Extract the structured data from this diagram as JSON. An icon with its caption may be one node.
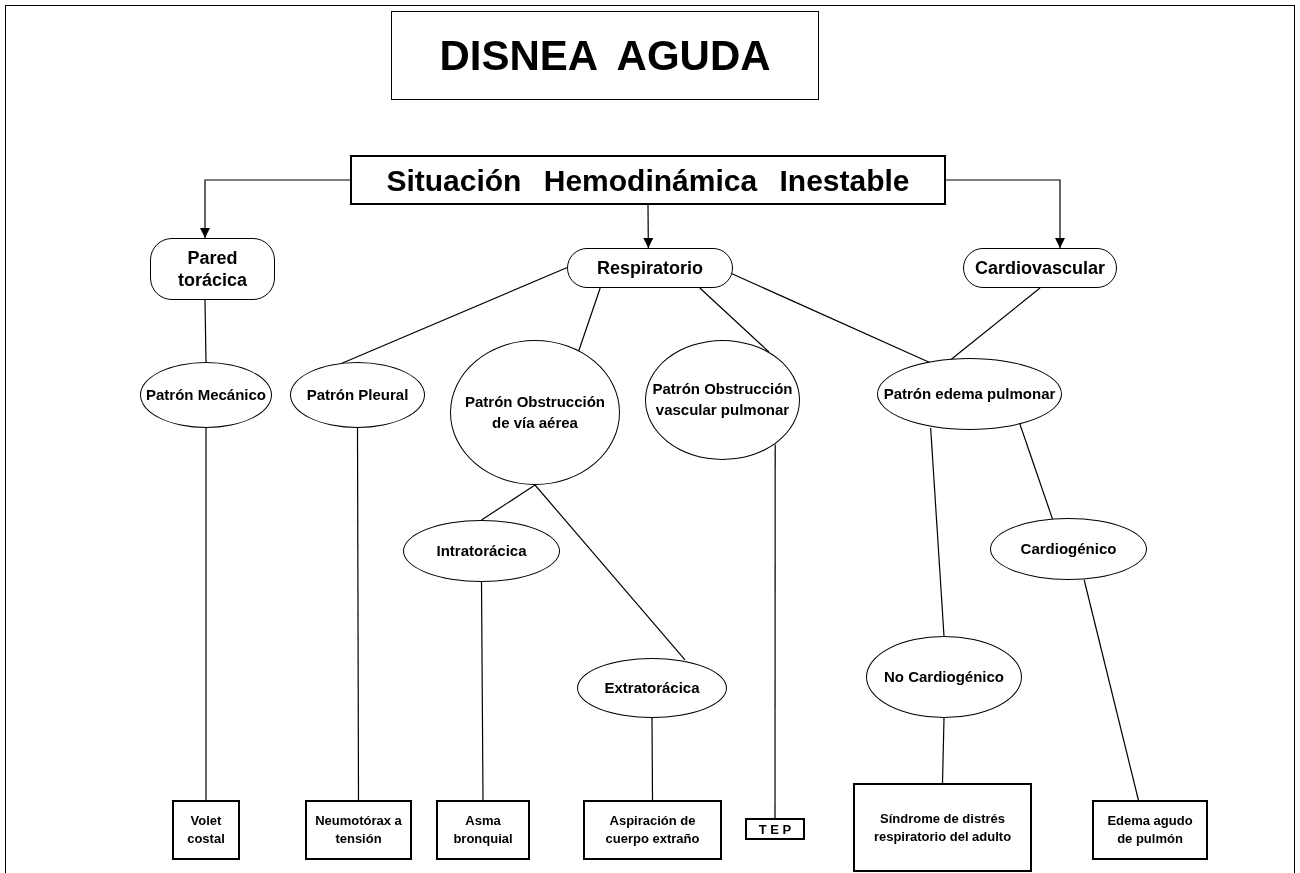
{
  "diagram": {
    "title": "DISNEA AGUDA",
    "nodes": [
      {
        "text": [
          "Situación Hemodinámica Inestable"
        ]
      },
      {
        "text": [
          "Pared torácica"
        ]
      },
      {
        "text": [
          "Respiratorio"
        ]
      },
      {
        "text": [
          "Cardiovascular"
        ]
      },
      {
        "text": [
          "Patrón Mecánico"
        ]
      },
      {
        "text": [
          "Patrón Pleural"
        ]
      },
      {
        "text": [
          "Patrón Obstrucción de vía aérea"
        ]
      },
      {
        "text": [
          "Patrón Obstrucción vascular pulmonar"
        ]
      },
      {
        "text": [
          "Patrón edema pulmonar"
        ]
      },
      {
        "text": [
          "Intratorácica"
        ]
      },
      {
        "text": [
          "Cardiogénico"
        ]
      },
      {
        "text": [
          "Extratorácica"
        ]
      },
      {
        "text": [
          "No Cardiogénico"
        ]
      },
      {
        "text": [
          "Volet costal"
        ]
      },
      {
        "text": [
          "Neumotórax a tensión"
        ]
      },
      {
        "text": [
          "Asma bronquial"
        ]
      },
      {
        "text": [
          "Aspiración de cuerpo extraño"
        ]
      },
      {
        "text": [
          "T E P"
        ]
      },
      {
        "text": [
          "Síndrome de distrés respiratorio del adulto"
        ]
      },
      {
        "text": [
          "Edema agudo de pulmón"
        ]
      }
    ],
    "edges": [
      {
        "from": 0,
        "to": 1,
        "arrow": "to"
      },
      {
        "from": 0,
        "to": 2,
        "arrow": "to"
      },
      {
        "from": 0,
        "to": 3,
        "arrow": "to"
      },
      {
        "from": 1,
        "to": 4,
        "arrow": "none"
      },
      {
        "from": 2,
        "to": 5,
        "arrow": "none"
      },
      {
        "from": 2,
        "to": 6,
        "arrow": "none"
      },
      {
        "from": 2,
        "to": 7,
        "arrow": "none"
      },
      {
        "from": 2,
        "to": 8,
        "arrow": "none"
      },
      {
        "from": 3,
        "to": 8,
        "arrow": "none"
      },
      {
        "from": 4,
        "to": 13,
        "arrow": "none"
      },
      {
        "from": 5,
        "to": 14,
        "arrow": "none"
      },
      {
        "from": 6,
        "to": 9,
        "arrow": "none"
      },
      {
        "from": 6,
        "to": 11,
        "arrow": "none"
      },
      {
        "from": 7,
        "to": 17,
        "arrow": "none"
      },
      {
        "from": 8,
        "to": 12,
        "arrow": "none"
      },
      {
        "from": 8,
        "to": 10,
        "arrow": "none"
      },
      {
        "from": 9,
        "to": 15,
        "arrow": "none"
      },
      {
        "from": 11,
        "to": 16,
        "arrow": "none"
      },
      {
        "from": 12,
        "to": 18,
        "arrow": "none"
      },
      {
        "from": 10,
        "to": 19,
        "arrow": "none"
      }
    ]
  }
}
